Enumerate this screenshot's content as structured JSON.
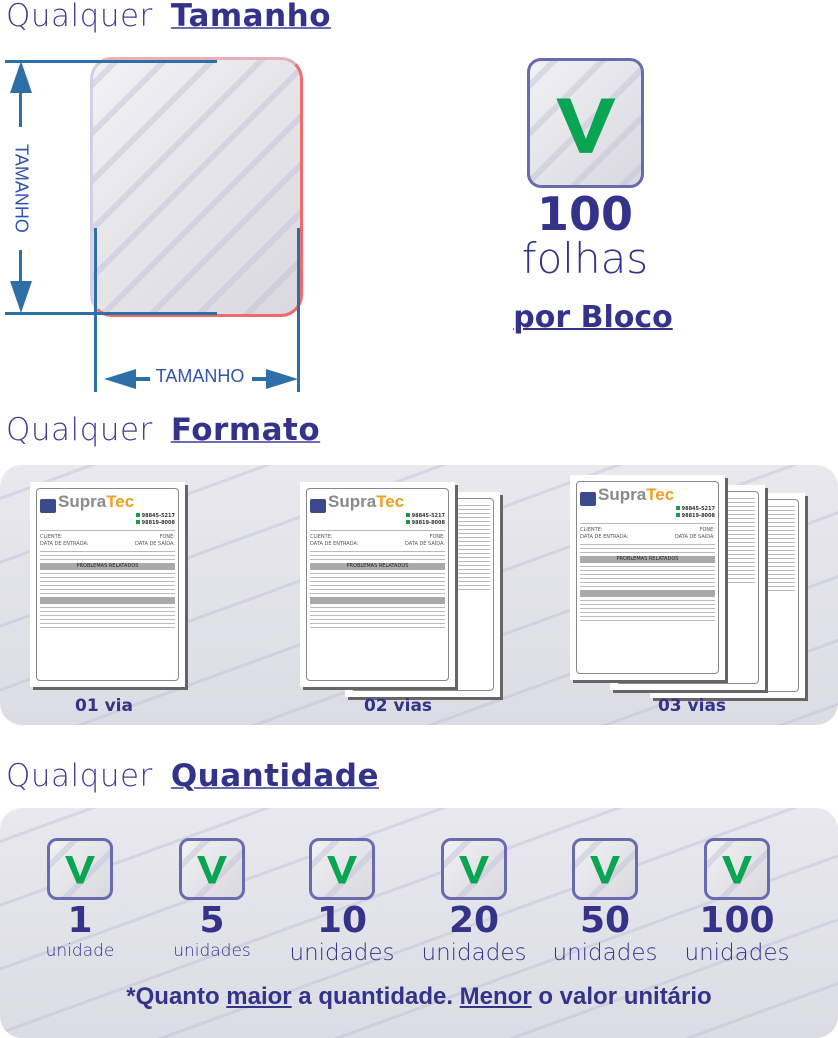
{
  "tamanho": {
    "heading_light": "Qualquer",
    "heading_bold": "Tamanho",
    "dim_vertical": "TAMANHO",
    "dim_horizontal": "TAMANHO"
  },
  "bloco": {
    "count": "100",
    "unit": "folhas",
    "per": "por Bloco"
  },
  "formato": {
    "heading_light": "Qualquer",
    "heading_bold": "Formato",
    "options": [
      "01 via",
      "02 vias",
      "03 vias"
    ]
  },
  "form_sample": {
    "brand_a": "Supra",
    "brand_b": "Tec",
    "phone1": "98845-5217",
    "phone2": "98819-8008",
    "cliente": "CLIENTE:",
    "fone": "FONE:",
    "entrada": "DATA DE ENTRADA:",
    "saida": "DATA DE SAÍDA:",
    "problemas": "PROBLEMAS RELATADOS"
  },
  "quantidade": {
    "heading_light": "Qualquer",
    "heading_bold": "Quantidade",
    "items": [
      {
        "n": "1",
        "u": "unidade"
      },
      {
        "n": "5",
        "u": "unidades"
      },
      {
        "n": "10",
        "u": "unidades"
      },
      {
        "n": "20",
        "u": "unidades"
      },
      {
        "n": "50",
        "u": "unidades"
      },
      {
        "n": "100",
        "u": "unidades"
      }
    ],
    "footer": {
      "p1": "*Quanto ",
      "p2": "maior",
      "p3": " a quantidade. ",
      "p4": "Menor",
      "p5": " o valor unitário"
    }
  },
  "colors": {
    "navy": "#33338a",
    "green": "#0aa552",
    "dim": "#2f6fa8",
    "red": "#f06a6a"
  }
}
